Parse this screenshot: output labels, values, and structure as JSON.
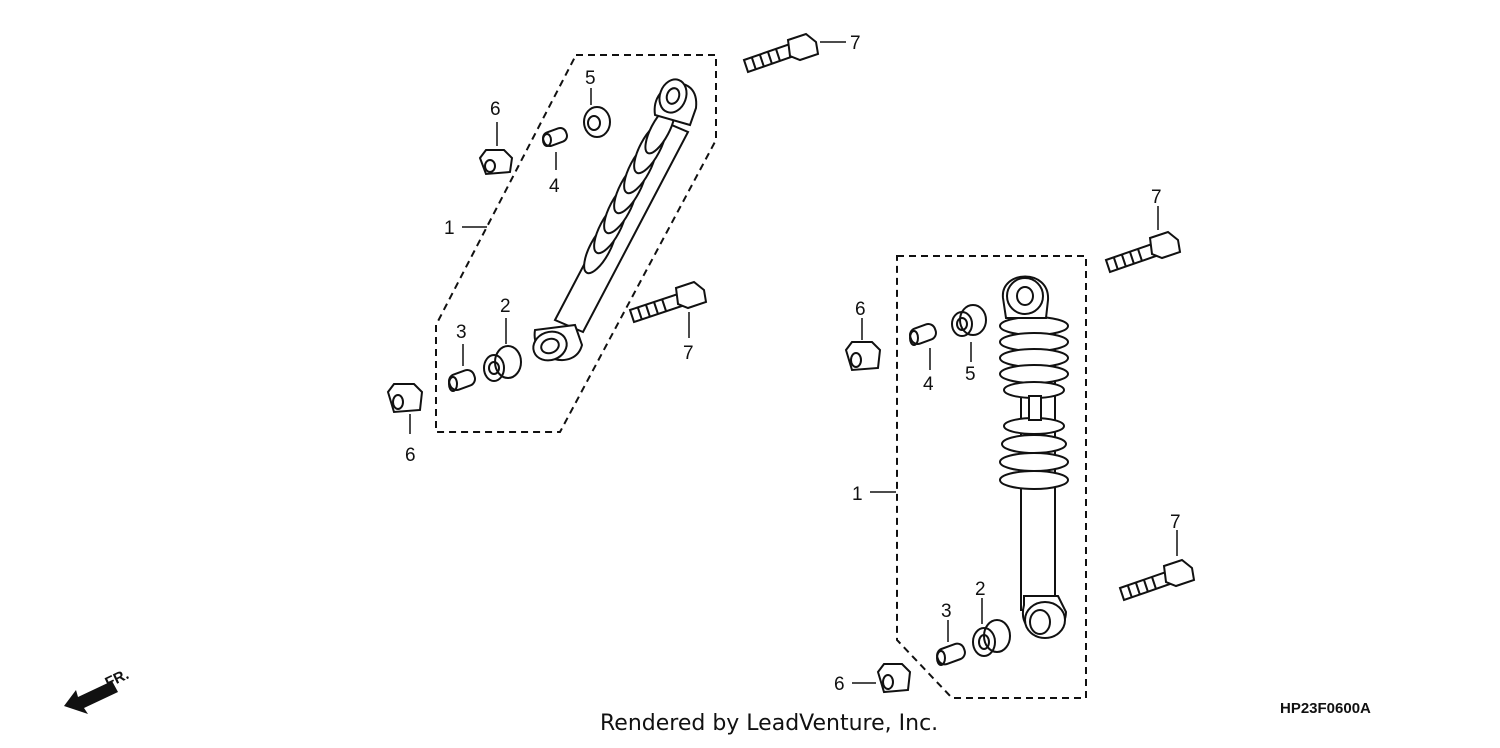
{
  "callouts": {
    "left_1": "1",
    "left_2": "2",
    "left_3": "3",
    "left_4": "4",
    "left_5": "5",
    "left_6a": "6",
    "left_6b": "6",
    "left_7a": "7",
    "left_7b": "7",
    "right_1": "1",
    "right_2": "2",
    "right_3": "3",
    "right_4": "4",
    "right_5": "5",
    "right_6a": "6",
    "right_6b": "6",
    "right_7a": "7",
    "right_7b": "7"
  },
  "direction_label": "FR.",
  "footer_credit": "Rendered by LeadVenture, Inc.",
  "diagram_code": "HP23F0600A"
}
